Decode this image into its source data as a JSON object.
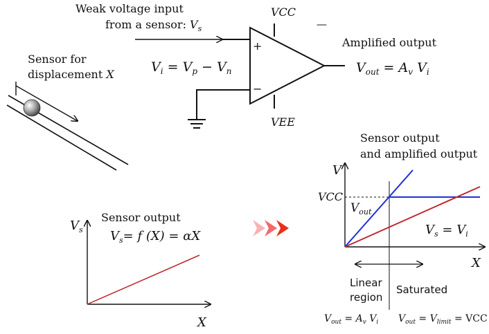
{
  "input_label": {
    "line1": "Weak voltage input",
    "line2": "from a sensor: ",
    "var": "V",
    "sub": "s"
  },
  "supply": {
    "vcc": "VCC",
    "vee": "VEE",
    "dash": "—"
  },
  "opamp": {
    "plus": "+",
    "minus": "−"
  },
  "vi_eq": {
    "lhs": "V",
    "lhs_sub": "i",
    "eq": " = ",
    "a": "V",
    "a_sub": "p",
    "op": " − ",
    "b": "V",
    "b_sub": "n"
  },
  "output": {
    "title": "Amplified output",
    "lhs": "V",
    "lhs_sub": "out",
    "eq": " = ",
    "a": "A",
    "a_sub": "v",
    "b": "V",
    "b_sub": "i"
  },
  "sensor": {
    "line1": "Sensor for",
    "line2": "displacement ",
    "var": "X"
  },
  "sensor_chart": {
    "title": "Sensor output",
    "eq_lhs": "V",
    "eq_lhs_sub": "s",
    "eq_rest": "= f (X) = αX",
    "y_label": "V",
    "y_label_sub": "s",
    "x_label": "X",
    "line_color": "#c0282d"
  },
  "right_chart": {
    "title_line1": "Sensor output",
    "title_line2": "and amplified output",
    "y_label": "V",
    "x_label": "X",
    "vcc_label": "VCC",
    "vout_label": "V",
    "vout_sub": "out",
    "vs_label": "V",
    "vs_sub": "s",
    "vs_eq": " = ",
    "vi": "V",
    "vi_sub": "i",
    "linear_line1": "Linear",
    "linear_line2": "region",
    "saturated": "Saturated",
    "eq_linear": {
      "a": "V",
      "a_sub": "out",
      "eq": " = ",
      "b": "A",
      "b_sub": "v",
      "c": "V",
      "c_sub": "i"
    },
    "eq_sat": {
      "a": "V",
      "a_sub": "out",
      "eq": " = ",
      "b": "V",
      "b_sub": "limit",
      "eq2": " = VCC"
    },
    "amplified_color": "#1f2fd6",
    "sensor_color": "#c0282d"
  },
  "arrows_colors": [
    "#f7b3b3",
    "#f26a6a",
    "#e8301e"
  ]
}
